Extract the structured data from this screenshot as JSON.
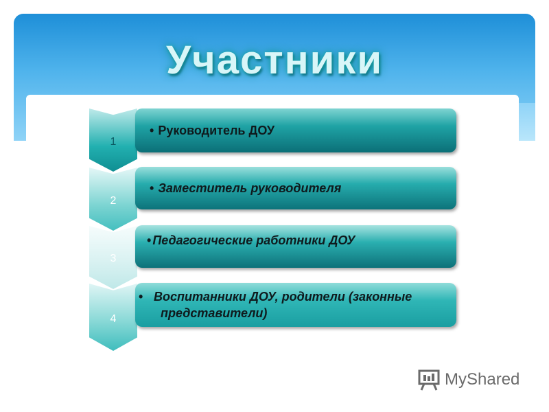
{
  "title": "Участники",
  "colors": {
    "banner_top": "#1e8fd8",
    "bar_dark": "#0e6e76",
    "bar_light": "#2fb9b7",
    "chevron_light": "#bfe9ea"
  },
  "steps": [
    {
      "number": "1",
      "text": "Руководитель ДОУ"
    },
    {
      "number": "2",
      "text": "Заместитель руководителя"
    },
    {
      "number": "3",
      "text": "Педагогические работники ДОУ"
    },
    {
      "number": "4",
      "text": "Воспитанники ДОУ, родители (законные представители)"
    }
  ],
  "watermark": {
    "text": "MyShared",
    "icon": "presentation-board-icon"
  }
}
